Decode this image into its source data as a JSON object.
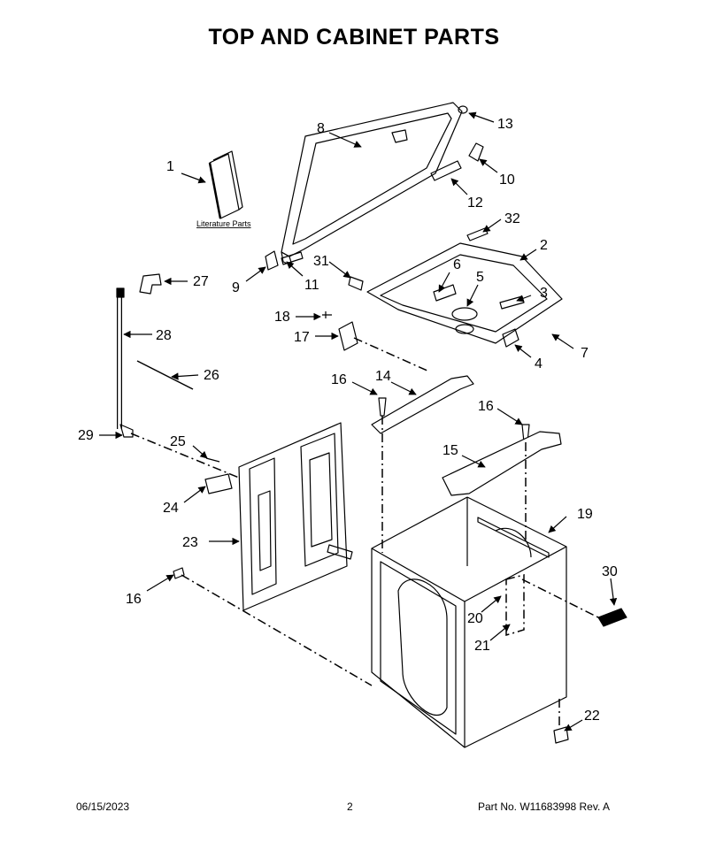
{
  "title": "TOP AND CABINET PARTS",
  "literature_label": "Literature Parts",
  "callouts": {
    "c1": "1",
    "c2": "2",
    "c3": "3",
    "c4": "4",
    "c5": "5",
    "c6": "6",
    "c7": "7",
    "c8": "8",
    "c9": "9",
    "c10": "10",
    "c11": "11",
    "c12": "12",
    "c13": "13",
    "c14": "14",
    "c15": "15",
    "c16a": "16",
    "c16b": "16",
    "c16c": "16",
    "c17": "17",
    "c18": "18",
    "c19": "19",
    "c20": "20",
    "c21": "21",
    "c22": "22",
    "c23": "23",
    "c24": "24",
    "c25": "25",
    "c26": "26",
    "c27": "27",
    "c28": "28",
    "c29": "29",
    "c30": "30",
    "c31": "31",
    "c32": "32"
  },
  "footer": {
    "date": "06/15/2023",
    "page": "2",
    "part": "Part No.  W11683998  Rev.  A"
  }
}
